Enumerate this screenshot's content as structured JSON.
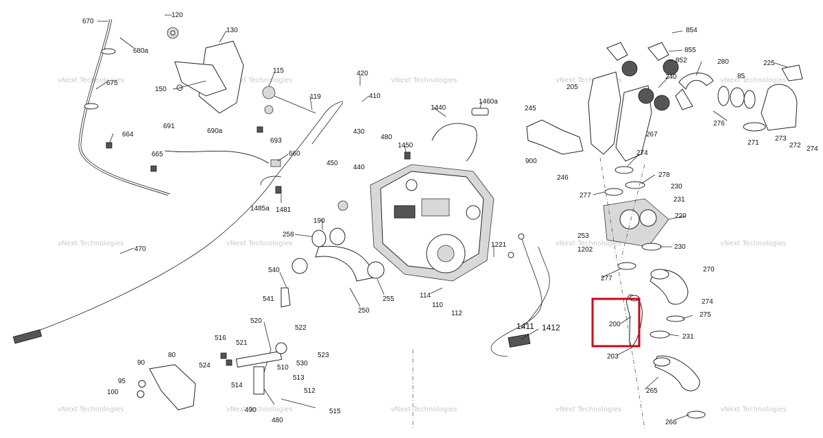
{
  "watermark": "vNext Technologies",
  "highlight_color": "#d0021b",
  "highlighted_label": "200",
  "labels": [
    "670",
    "120",
    "130",
    "680a",
    "675",
    "115",
    "150",
    "119",
    "664",
    "691",
    "690a",
    "693",
    "665",
    "660",
    "1485a",
    "1481",
    "470",
    "420",
    "410",
    "430",
    "480",
    "1440",
    "1460a",
    "1450",
    "450",
    "440",
    "190",
    "258",
    "540",
    "541",
    "520",
    "522",
    "516",
    "521",
    "524",
    "514",
    "523",
    "530",
    "510",
    "513",
    "512",
    "490",
    "480",
    "515",
    "80",
    "90",
    "95",
    "100",
    "250",
    "255",
    "114",
    "110",
    "112",
    "1221",
    "1411",
    "1412",
    "854",
    "855",
    "852",
    "225",
    "280",
    "240",
    "205",
    "245",
    "267",
    "900",
    "246",
    "85",
    "276",
    "271",
    "273",
    "272",
    "274",
    "277",
    "278",
    "230",
    "231",
    "220",
    "253",
    "1202",
    "270",
    "275",
    "203",
    "265",
    "266",
    "200"
  ]
}
